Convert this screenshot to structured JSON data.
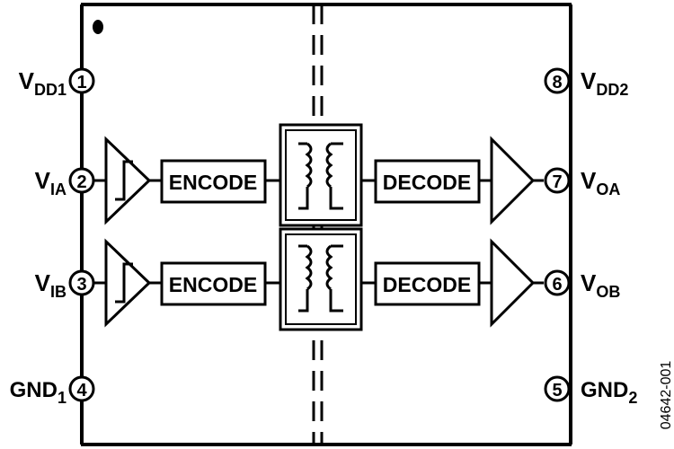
{
  "pins": [
    {
      "number": "1",
      "name": "V",
      "sub": "DD1",
      "side": "left"
    },
    {
      "number": "2",
      "name": "V",
      "sub": "IA",
      "side": "left"
    },
    {
      "number": "3",
      "name": "V",
      "sub": "IB",
      "side": "left"
    },
    {
      "number": "4",
      "name": "GND",
      "sub": "1",
      "side": "left"
    },
    {
      "number": "8",
      "name": "V",
      "sub": "DD2",
      "side": "right"
    },
    {
      "number": "7",
      "name": "V",
      "sub": "OA",
      "side": "right"
    },
    {
      "number": "6",
      "name": "V",
      "sub": "OB",
      "side": "right"
    },
    {
      "number": "5",
      "name": "GND",
      "sub": "2",
      "side": "right"
    }
  ],
  "channels": [
    {
      "encoder_label": "ENCODE",
      "decoder_label": "DECODE"
    },
    {
      "encoder_label": "ENCODE",
      "decoder_label": "DECODE"
    }
  ],
  "figure_id": "04642-001",
  "colors": {
    "ink": "#000000",
    "background": "#ffffff"
  }
}
